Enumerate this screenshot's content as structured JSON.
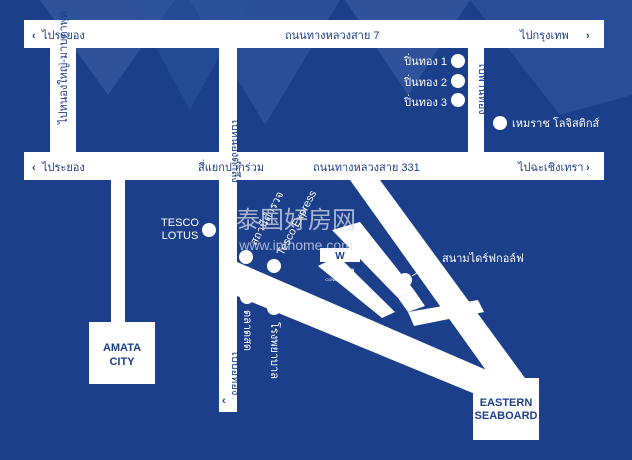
{
  "roads": {
    "top": {
      "left": "ไประยอง",
      "center": "ถนนทางหลวงสาย 7",
      "right": "ไปกรุงเทพ",
      "left_arrow": "‹",
      "right_arrow": "›"
    },
    "middle": {
      "left": "ไประยอง",
      "junction": "สี่แยกปากร่วม",
      "center": "ถนนทางหลวงสาย 331",
      "right": "ไปฉะเชิงเทรา",
      "left_arrow": "‹",
      "right_arrow": "›"
    },
    "vertical_left": "ไปหนองใหญ่-มาบตาพุด",
    "vertical_center_top": "ไปหนองตำลึง",
    "vertical_right_top": "ไปพานทอง",
    "vertical_center_bottom": "ไปบ่อทอง",
    "bottom_arrow": "‹"
  },
  "places": {
    "pinthong_1": "ปิ่นทอง 1",
    "pinthong_2": "ปิ่นทอง 2",
    "pinthong_3": "ปิ่นทอง 3",
    "hemaraj": "เหมราช โลจิสติกส์",
    "tesco_line1": "TESCO",
    "tesco_line2": "LOTUS",
    "police": "สถานีตำรวจ",
    "tesco_express": "Tesco Express",
    "market": "ตลาดสด",
    "hospital": "โรงพยาบาล",
    "golf": "สนามไดร์ฟกอล์ฟ",
    "amata_line1": "AMATA",
    "amata_line2": "CITY",
    "eastern_line1": "EASTERN",
    "eastern_line2": "SEABOARD"
  },
  "logo": {
    "text": "the Win",
    "sub": "CONDOMINIUM"
  },
  "watermark": {
    "main": "泰国好房网",
    "url": "www.ipthome.com"
  },
  "colors": {
    "background": "#1b3f8b",
    "road": "#ffffff",
    "highlight": "#3f63a8"
  }
}
